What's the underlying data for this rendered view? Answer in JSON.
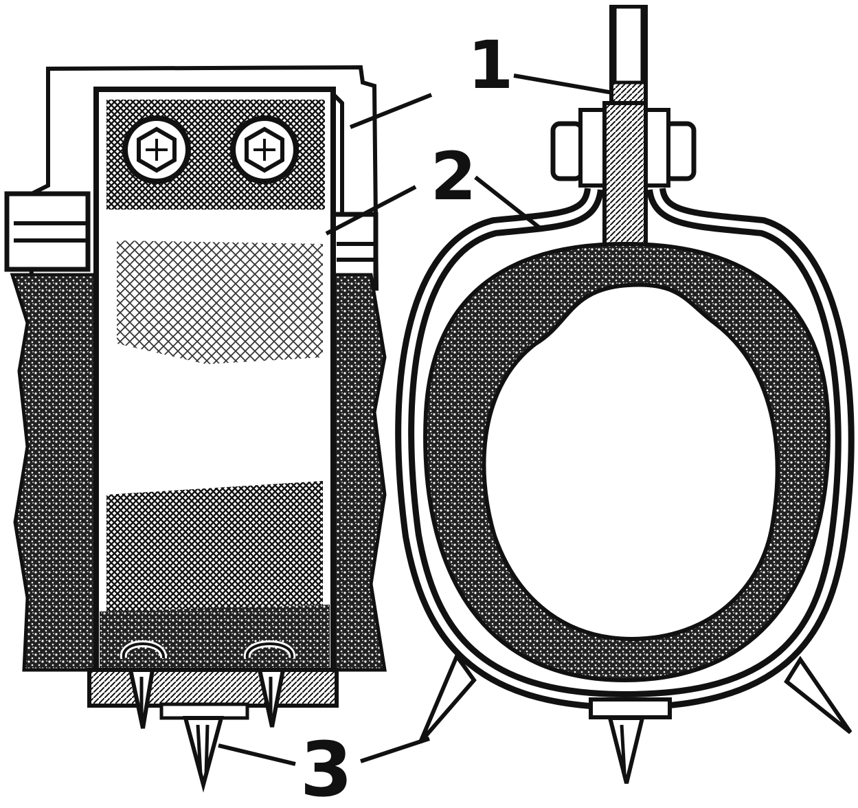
{
  "figure": {
    "ink_color": "#111111",
    "paper_color": "#ffffff",
    "callouts": {
      "c1": "1",
      "c2": "2",
      "c3": "3"
    }
  }
}
